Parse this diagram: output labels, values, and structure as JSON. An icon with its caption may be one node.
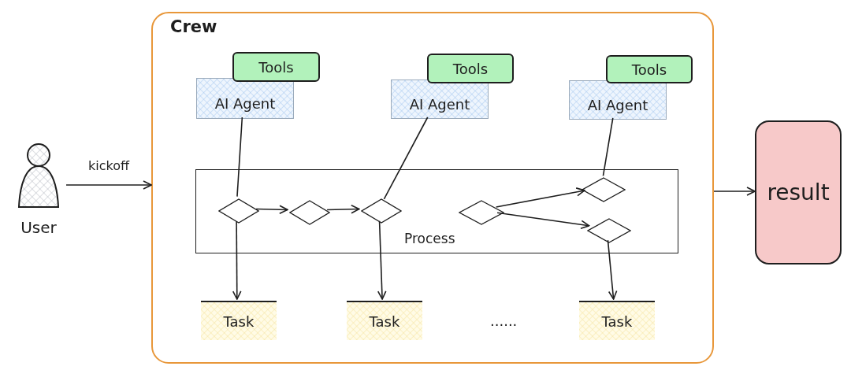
{
  "diagram": {
    "nodes": [
      {
        "text": [
          "User"
        ]
      },
      {
        "text": [
          "Crew"
        ]
      },
      {
        "text": [
          "Tools"
        ],
        "in": 1
      },
      {
        "text": [
          "AI Agent"
        ],
        "in": 1
      },
      {
        "text": [
          "Tools"
        ],
        "in": 1
      },
      {
        "text": [
          "AI Agent"
        ],
        "in": 1
      },
      {
        "text": [
          "Tools"
        ],
        "in": 1
      },
      {
        "text": [
          "AI Agent"
        ],
        "in": 1
      },
      {
        "text": [
          "Process"
        ],
        "in": 1
      },
      {
        "text": [],
        "shape": "diamond",
        "in": 8
      },
      {
        "text": [],
        "shape": "diamond",
        "in": 8
      },
      {
        "text": [],
        "shape": "diamond",
        "in": 8
      },
      {
        "text": [],
        "shape": "diamond",
        "in": 8
      },
      {
        "text": [],
        "shape": "diamond",
        "in": 8
      },
      {
        "text": [],
        "shape": "diamond",
        "in": 8
      },
      {
        "text": [
          "Task"
        ],
        "in": 1
      },
      {
        "text": [
          "Task"
        ],
        "in": 1
      },
      {
        "text": [
          "Task"
        ],
        "in": 1
      },
      {
        "text": [
          "result"
        ]
      }
    ],
    "edges": [
      {
        "from": 0,
        "to": 1,
        "arrow": "to",
        "label": "kickoff"
      },
      {
        "from": 1,
        "to": 18,
        "arrow": "to"
      },
      {
        "from": 3,
        "to": 9,
        "arrow": "none"
      },
      {
        "from": 5,
        "to": 11,
        "arrow": "none"
      },
      {
        "from": 7,
        "to": 13,
        "arrow": "none"
      },
      {
        "from": 9,
        "to": 10,
        "arrow": "to"
      },
      {
        "from": 10,
        "to": 11,
        "arrow": "to"
      },
      {
        "from": 12,
        "to": 13,
        "arrow": "to"
      },
      {
        "from": 12,
        "to": 14,
        "arrow": "to"
      },
      {
        "from": 9,
        "to": 15,
        "arrow": "to"
      },
      {
        "from": 11,
        "to": 16,
        "arrow": "to"
      },
      {
        "from": 14,
        "to": 17,
        "arrow": "to"
      }
    ],
    "labels": [
      "......"
    ]
  }
}
